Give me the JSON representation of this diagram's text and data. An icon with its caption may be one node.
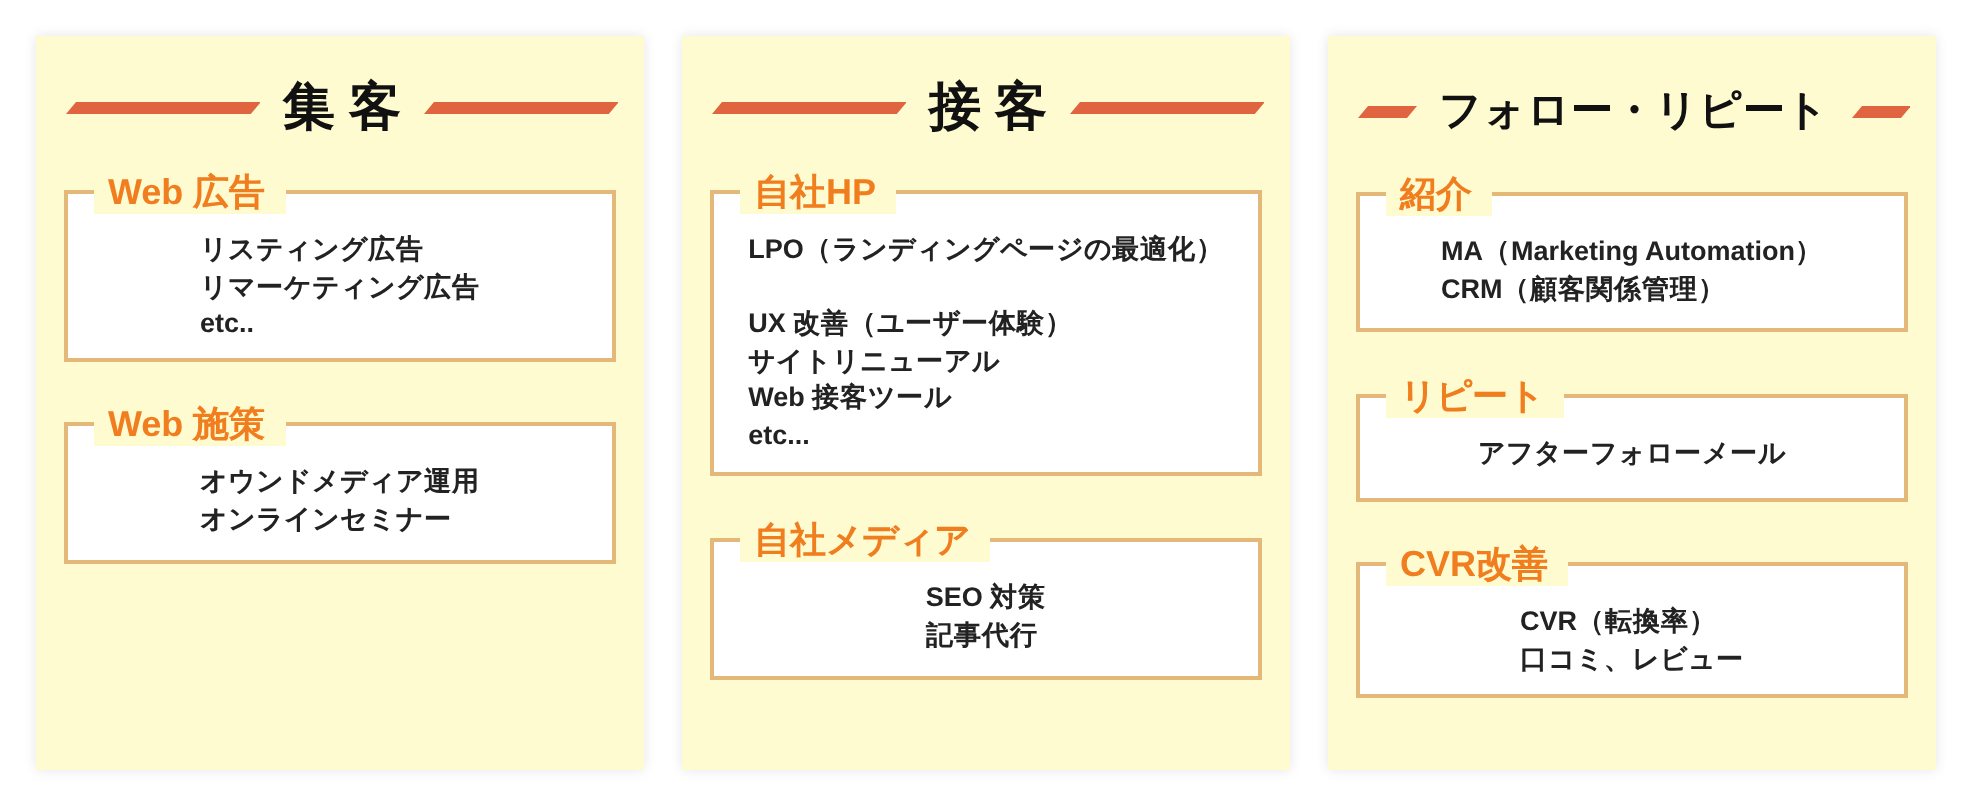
{
  "diagram": {
    "nodes": [
      {
        "text": [
          "集 客"
        ]
      },
      {
        "text": [
          "Web 広告",
          "リスティング広告",
          "リマーケティング広告",
          "etc.."
        ],
        "in": 0
      },
      {
        "text": [
          "Web 施策",
          "オウンドメディア運用",
          "オンラインセミナー"
        ],
        "in": 0
      },
      {
        "text": [
          "接 客"
        ]
      },
      {
        "text": [
          "自社HP",
          "LPO（ランディングページの最適化）",
          "UX 改善（ユーザー体験）",
          "サイトリニューアル",
          "Web 接客ツール",
          "etc..."
        ],
        "in": 3
      },
      {
        "text": [
          "自社メディア",
          "SEO 対策",
          "記事代行"
        ],
        "in": 3
      },
      {
        "text": [
          "フォロー・リピート"
        ]
      },
      {
        "text": [
          "紹介",
          "MA（Marketing Automation）",
          "CRM（顧客関係管理）"
        ],
        "in": 6
      },
      {
        "text": [
          "リピート",
          "アフターフォローメール"
        ],
        "in": 6
      },
      {
        "text": [
          "CVR改善",
          "CVR（転換率）",
          "口コミ、レビュー"
        ],
        "in": 6
      }
    ]
  }
}
